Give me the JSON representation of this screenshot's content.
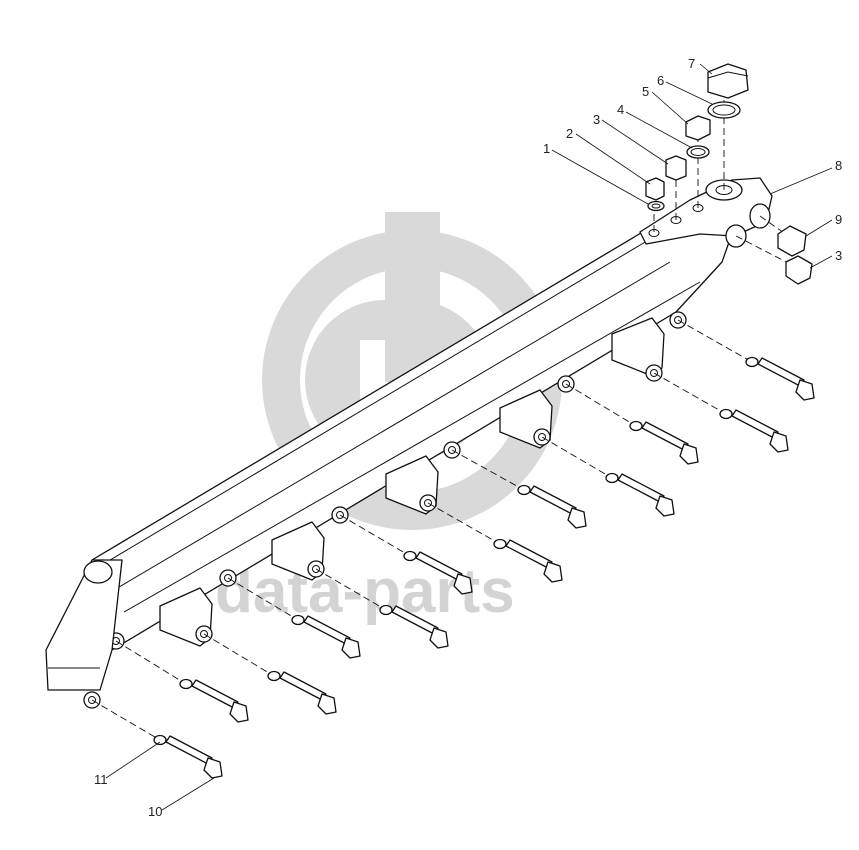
{
  "watermark": {
    "text": "data-parts",
    "color": "#d3d3d3"
  },
  "callouts": [
    {
      "id": "c1",
      "label": "1"
    },
    {
      "id": "c2",
      "label": "2"
    },
    {
      "id": "c3a",
      "label": "3"
    },
    {
      "id": "c4",
      "label": "4"
    },
    {
      "id": "c5",
      "label": "5"
    },
    {
      "id": "c6",
      "label": "6"
    },
    {
      "id": "c7",
      "label": "7"
    },
    {
      "id": "c8",
      "label": "8"
    },
    {
      "id": "c9",
      "label": "9"
    },
    {
      "id": "c3b",
      "label": "3"
    },
    {
      "id": "c11",
      "label": "11"
    },
    {
      "id": "c10",
      "label": "10"
    }
  ]
}
